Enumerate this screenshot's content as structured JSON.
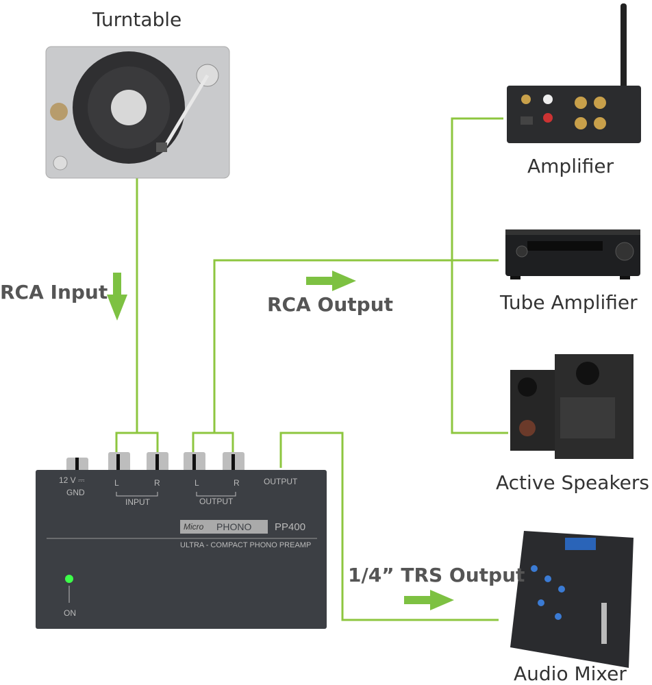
{
  "devices": {
    "turntable": "Turntable",
    "amplifier": "Amplifier",
    "tube_amplifier": "Tube Amplifier",
    "active_speakers": "Active Speakers",
    "audio_mixer": "Audio Mixer"
  },
  "callouts": {
    "rca_input": "RCA Input",
    "rca_output": "RCA Output",
    "trs_output": "1/4” TRS Output"
  },
  "preamp": {
    "power": "12 V ⎓",
    "gnd": "GND",
    "input_l": "L",
    "input_r": "R",
    "input": "INPUT",
    "output_l": "L",
    "output_r": "R",
    "output": "OUTPUT",
    "trs_output": "OUTPUT",
    "brand_script": "Micro",
    "brand": "PHONO",
    "model": "PP400",
    "tagline": "ULTRA - COMPACT PHONO PREAMP",
    "on": "ON"
  },
  "colors": {
    "cable": "#8dc63f",
    "arrow": "#7dc142",
    "preamp_body": "#3c3f44"
  }
}
